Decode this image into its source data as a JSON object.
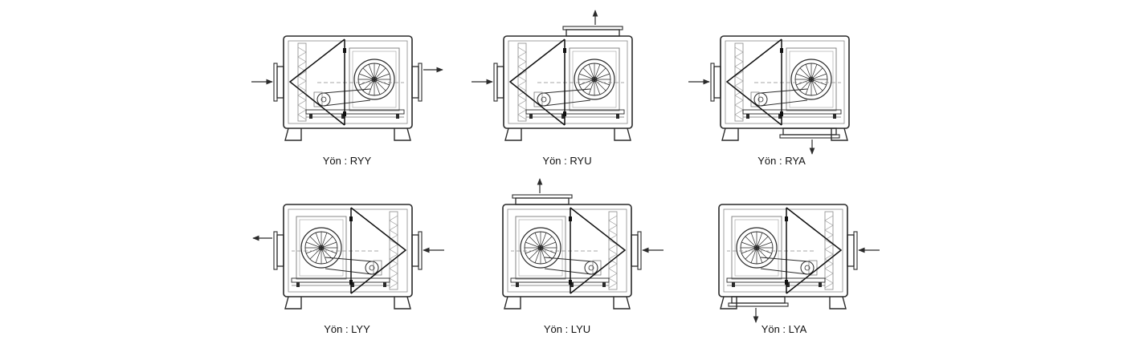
{
  "colors": {
    "line": "#2a2a2a",
    "thin_line": "#7a7a7a",
    "background": "#ffffff"
  },
  "units": [
    {
      "key": "ryy",
      "label": "Yön : RYY",
      "side": "right",
      "exhaust": "side"
    },
    {
      "key": "ryu",
      "label": "Yön : RYU",
      "side": "right",
      "exhaust": "top"
    },
    {
      "key": "rya",
      "label": "Yön : RYA",
      "side": "right",
      "exhaust": "bottom"
    },
    {
      "key": "lyy",
      "label": "Yön : LYY",
      "side": "left",
      "exhaust": "side"
    },
    {
      "key": "lyu",
      "label": "Yön : LYU",
      "side": "left",
      "exhaust": "top"
    },
    {
      "key": "lya",
      "label": "Yön : LYA",
      "side": "left",
      "exhaust": "bottom"
    }
  ]
}
